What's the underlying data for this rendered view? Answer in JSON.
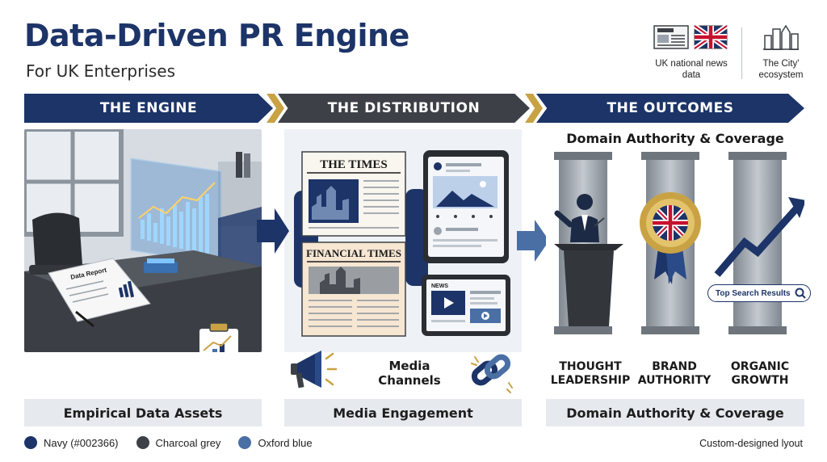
{
  "header": {
    "title": "Data-Driven PR Engine",
    "subtitle": "For UK Enterprises"
  },
  "badges": [
    {
      "label_line1": "UK national news",
      "label_line2": "data",
      "icons": [
        "newspaper-icon",
        "union-jack-flag-icon"
      ]
    },
    {
      "label_line1": "The City'",
      "label_line2": "ecosystem",
      "icons": [
        "city-skyline-icon"
      ]
    }
  ],
  "banners": [
    "THE ENGINE",
    "THE DISTRIBUTION",
    "THE OUTCOMES"
  ],
  "engine": {
    "report_label": "Data Report",
    "footer": "Empirical Data Assets"
  },
  "distribution": {
    "papers": [
      "THE TIMES",
      "FINANCIAL TIMES"
    ],
    "tablet_label": "NEWS",
    "media_line1": "Media",
    "media_line2": "Channels",
    "footer": "Media Engagement"
  },
  "outcomes": {
    "heading": "Domain Authority & Coverage",
    "pillars": [
      {
        "line1": "THOUGHT",
        "line2": "LEADERSHIP"
      },
      {
        "line1": "BRAND",
        "line2": "AUTHORITY"
      },
      {
        "line1": "ORGANIC",
        "line2": "GROWTH"
      }
    ],
    "search_label": "Top Search Results",
    "footer": "Domain Authority & Coverage"
  },
  "legend": [
    {
      "label": "Navy (#002366)",
      "color": "#1c3468"
    },
    {
      "label": "Charcoal grey",
      "color": "#3d4147"
    },
    {
      "label": "Oxford blue",
      "color": "#4a6fa5"
    }
  ],
  "note": "Custom-designed lyout",
  "colors": {
    "navy": "#1c3468",
    "charcoal": "#3d4147",
    "gold": "#c9a244",
    "oxford": "#4a6fa5"
  }
}
